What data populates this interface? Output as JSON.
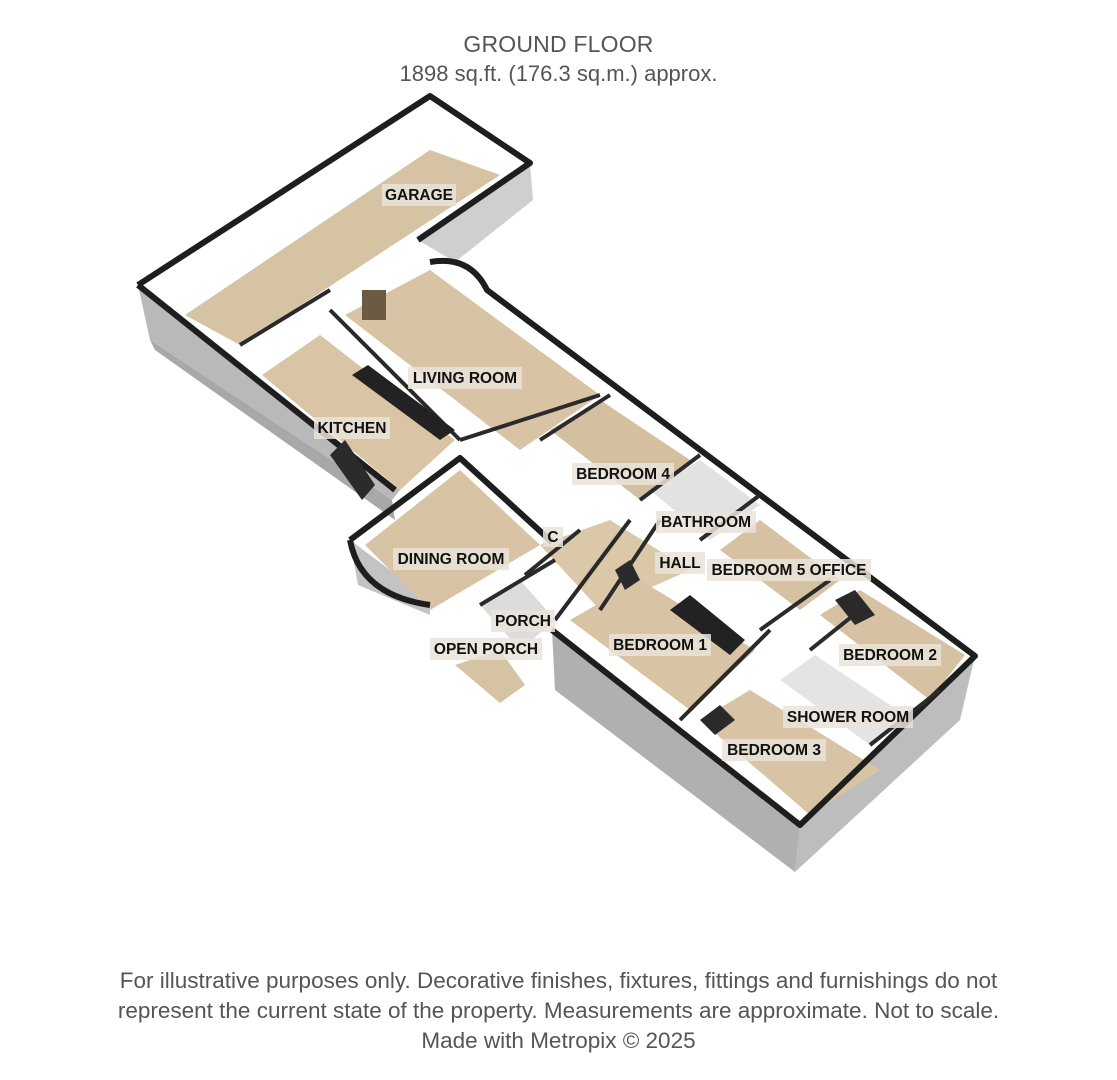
{
  "header": {
    "floor_name": "GROUND FLOOR",
    "area": "1898 sq.ft. (176.3 sq.m.) approx."
  },
  "rooms": {
    "garage": "GARAGE",
    "living_room": "LIVING ROOM",
    "kitchen": "KITCHEN",
    "bedroom_4": "BEDROOM 4",
    "bathroom": "BATHROOM",
    "dining_room": "DINING ROOM",
    "cupboard": "C",
    "hall": "HALL",
    "bedroom_5_office": "BEDROOM 5 OFFICE",
    "porch": "PORCH",
    "open_porch": "OPEN PORCH",
    "bedroom_1": "BEDROOM 1",
    "bedroom_2": "BEDROOM 2",
    "shower_room": "SHOWER ROOM",
    "bedroom_3": "BEDROOM 3"
  },
  "colors": {
    "floor": "#d7c3a3",
    "wall_top": "#1e1e1e",
    "wall_inner": "#dcdcdc",
    "wall_outer": "#c9c9c9",
    "text": "#555555"
  },
  "footer": {
    "line1": "For illustrative purposes only. Decorative finishes, fixtures, fittings and furnishings do not",
    "line2": "represent the current state of the property. Measurements are approximate. Not to scale.",
    "line3": "Made with Metropix © 2025"
  }
}
